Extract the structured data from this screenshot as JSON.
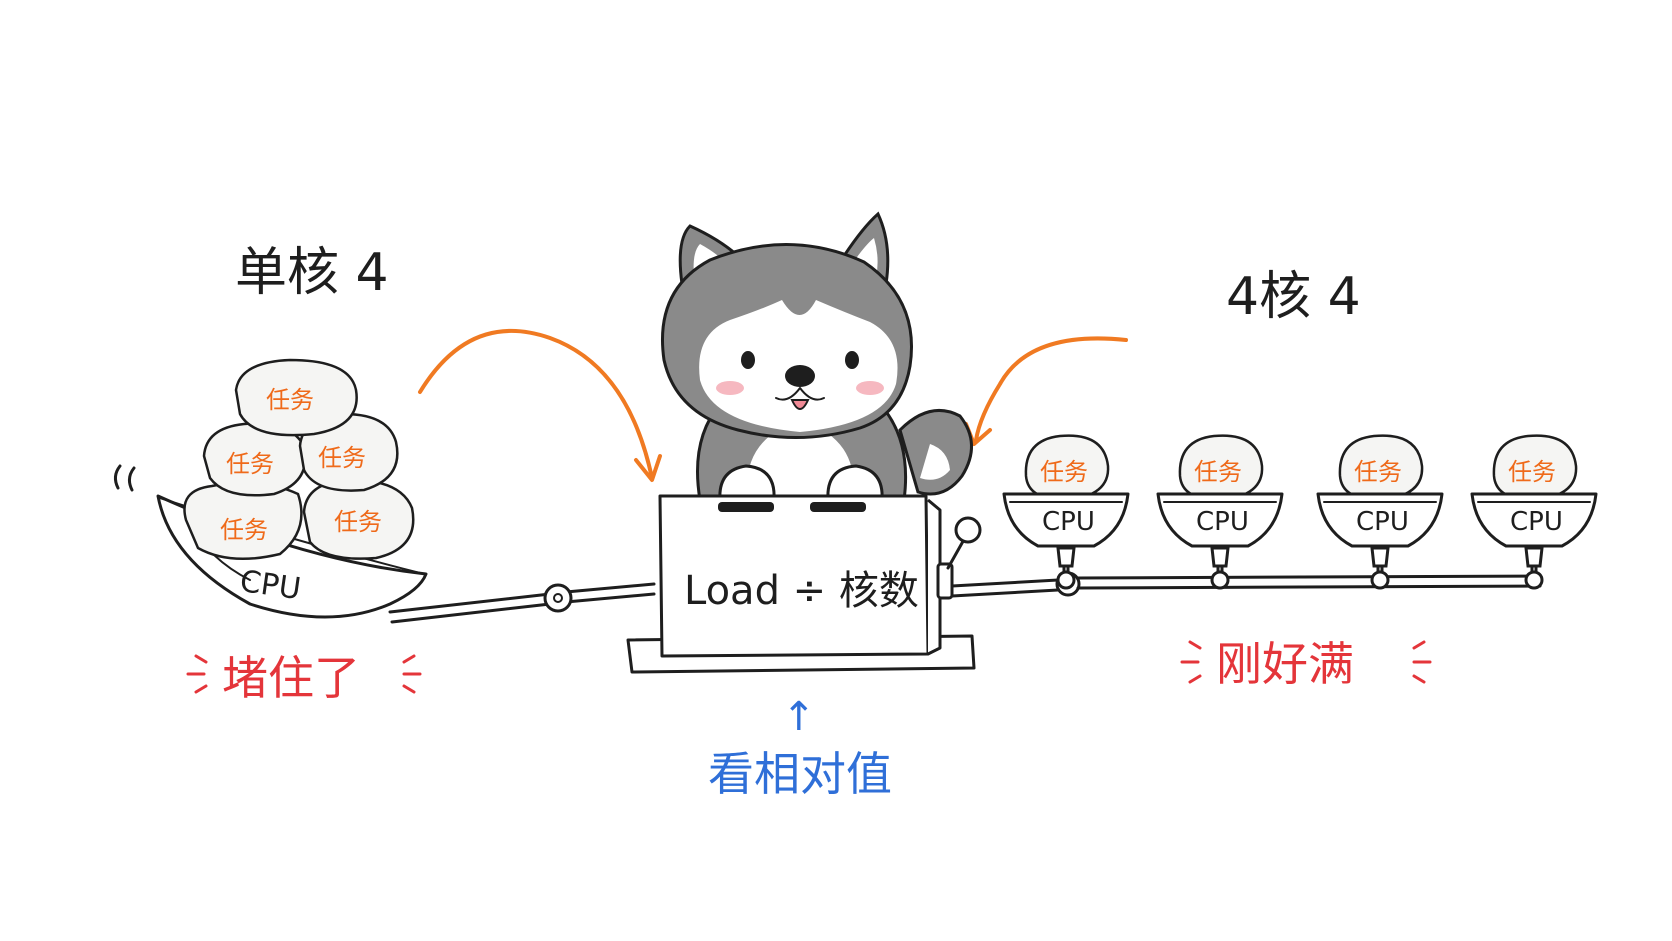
{
  "left": {
    "heading": "单核 4",
    "bowl_label": "CPU",
    "tasks": [
      "任务",
      "任务",
      "任务",
      "任务",
      "任务"
    ],
    "status": "堵住了"
  },
  "middle": {
    "machine_label": "Load ÷ 核数",
    "caption_arrow": "↑",
    "caption": "看相对值"
  },
  "right": {
    "heading": "4核 4",
    "cpus": [
      {
        "label": "CPU",
        "task": "任务"
      },
      {
        "label": "CPU",
        "task": "任务"
      },
      {
        "label": "CPU",
        "task": "任务"
      },
      {
        "label": "CPU",
        "task": "任务"
      }
    ],
    "status": "刚好满"
  },
  "colors": {
    "task_text": "#ef6a1a",
    "status_red": "#e4353a",
    "caption_blue": "#2f6fd8",
    "arrow_orange": "#f07a22",
    "ink": "#1e1e1e",
    "husky_grey": "#7f7f7f"
  },
  "icons": [
    "husky-mascot-icon",
    "shake-lines-icon",
    "curved-arrow-icon",
    "crank-lever-icon",
    "emphasis-bracket-icon"
  ]
}
